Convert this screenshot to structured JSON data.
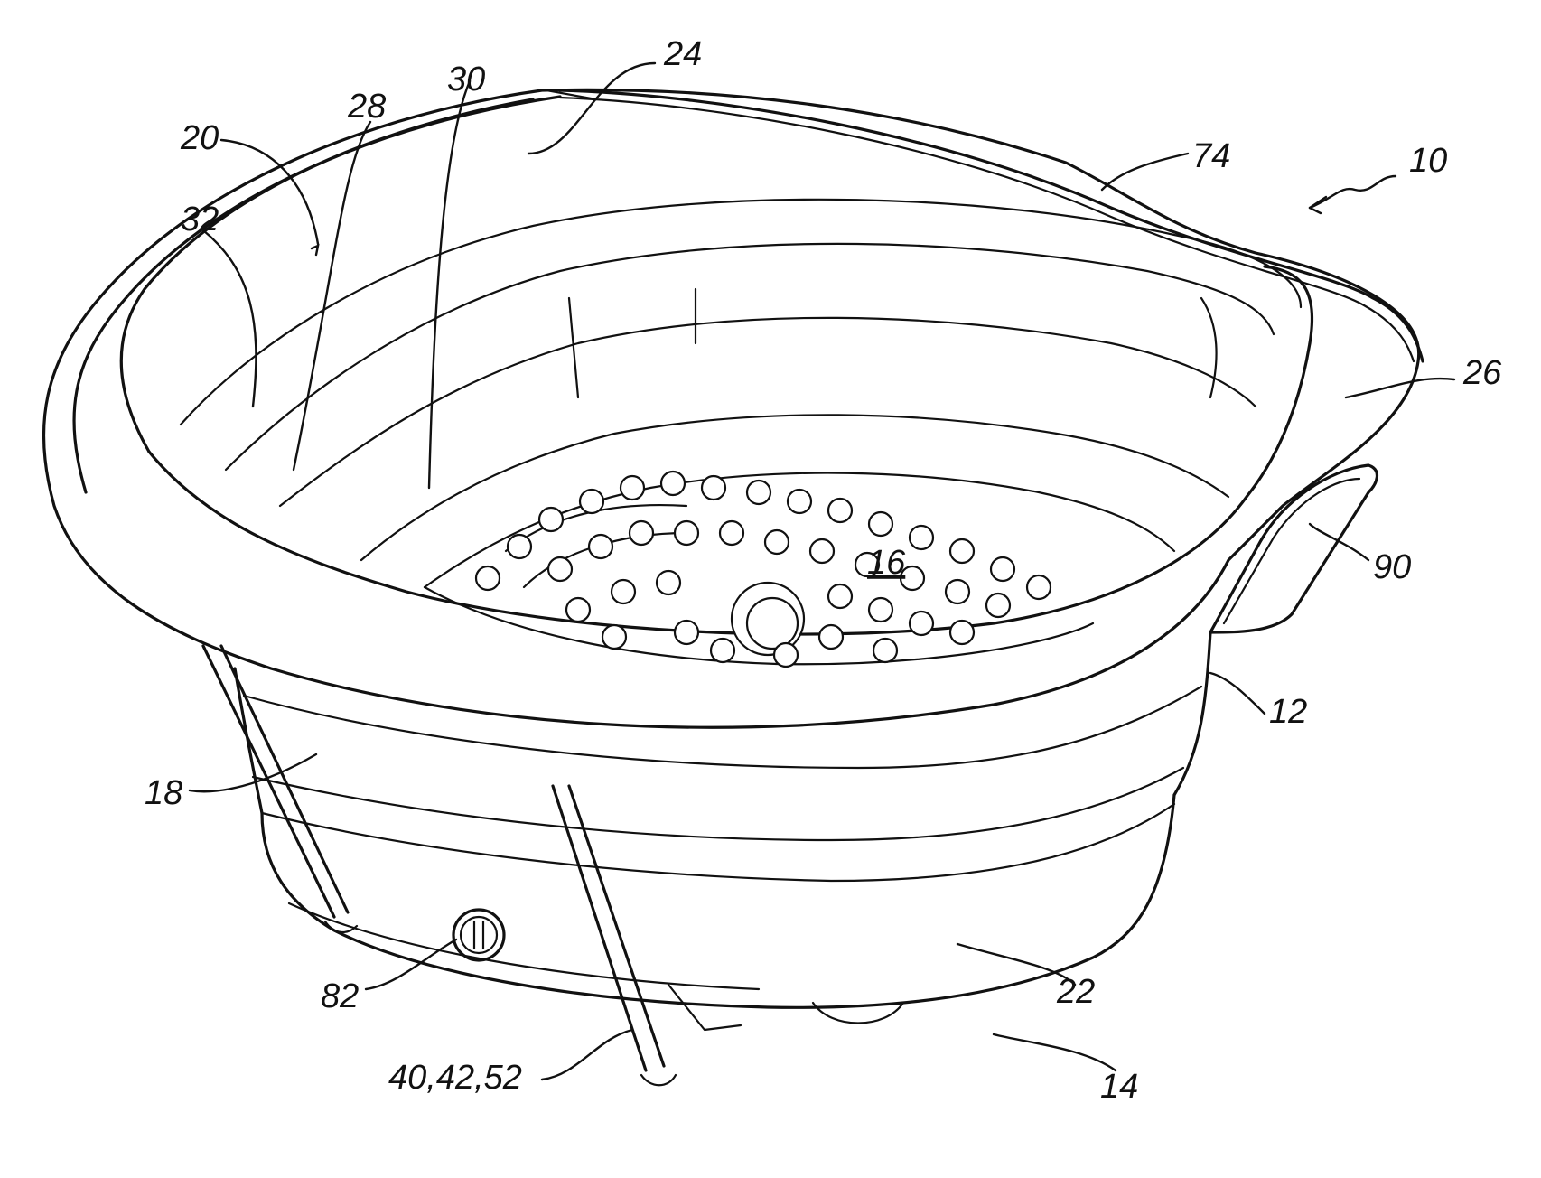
{
  "labels": {
    "l10": "10",
    "l12": "12",
    "l14": "14",
    "l16": "16",
    "l18": "18",
    "l20": "20",
    "l22": "22",
    "l24": "24",
    "l26": "26",
    "l28": "28",
    "l30": "30",
    "l32": "32",
    "l74": "74",
    "l82": "82",
    "l90": "90",
    "l40": "40,42,52"
  }
}
